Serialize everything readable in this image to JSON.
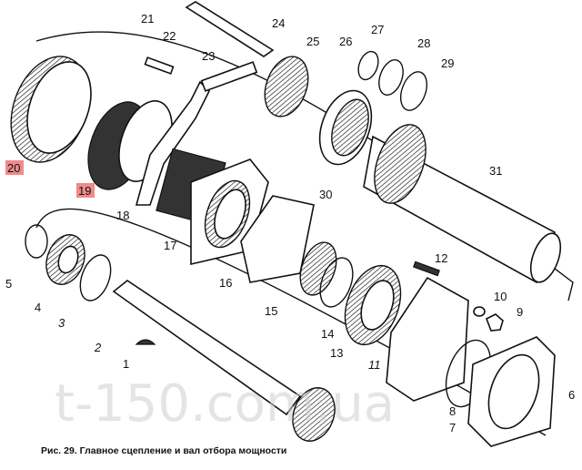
{
  "caption": "Рис. 29. Главное сцепление и вал отбора мощности",
  "watermark": "t-150.com.ua",
  "highlight_color": "#f08a8a",
  "labels": {
    "n1": "1",
    "n2": "2",
    "n3": "3",
    "n4": "4",
    "n5": "5",
    "n6": "6",
    "n7": "7",
    "n8": "8",
    "n9": "9",
    "n10": "10",
    "n11": "11",
    "n12": "12",
    "n13": "13",
    "n14": "14",
    "n15": "15",
    "n16": "16",
    "n17": "17",
    "n18": "18",
    "n19": "19",
    "n20": "20",
    "n21": "21",
    "n22": "22",
    "n23": "23",
    "n24": "24",
    "n25": "25",
    "n26": "26",
    "n27": "27",
    "n28": "28",
    "n29": "29",
    "n30": "30",
    "n31": "31"
  }
}
